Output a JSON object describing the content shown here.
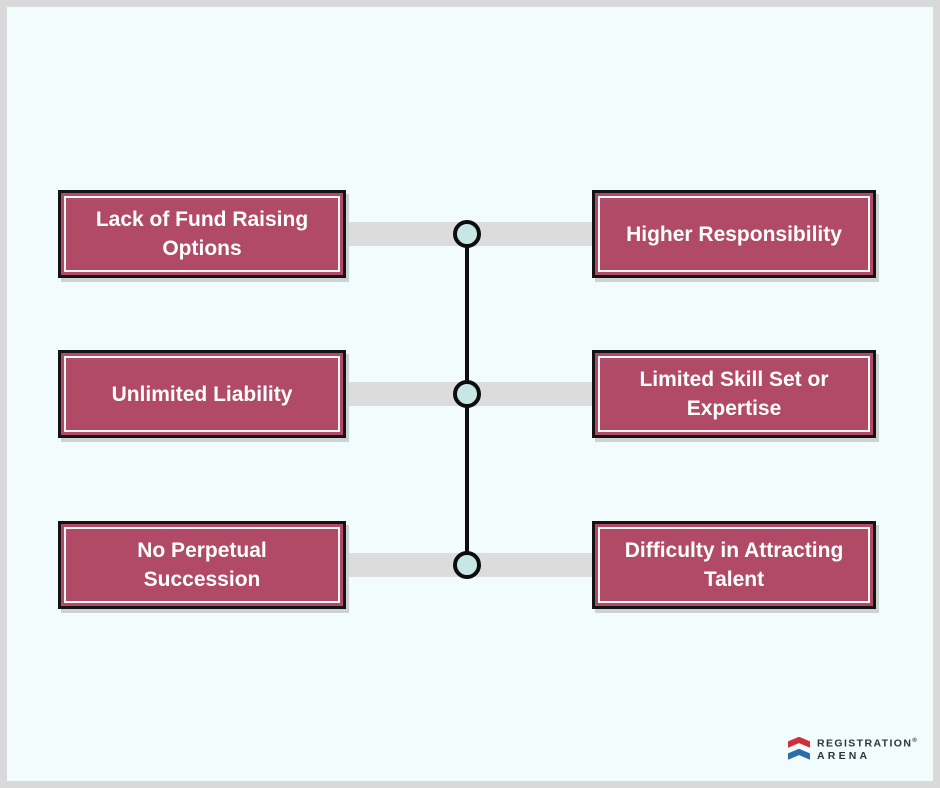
{
  "diagram": {
    "description": "Six-item infographic of disadvantages connected by a central spine with nodes",
    "left_items": [
      {
        "label": "Lack of Fund Raising Options"
      },
      {
        "label": "Unlimited Liability"
      },
      {
        "label": "No Perpetual Succession"
      }
    ],
    "right_items": [
      {
        "label": "Higher Responsibility"
      },
      {
        "label": "Limited Skill Set or Expertise"
      },
      {
        "label": "Difficulty in Attracting Talent"
      }
    ],
    "colors": {
      "background": "#f2fcfc",
      "frame_border": "#d9d9d9",
      "box_fill": "#b04a67",
      "box_outer_border": "#141414",
      "box_inner_border": "#ffffff",
      "box_text": "#ffffff",
      "connector_bar": "#dcdcdc",
      "spine_line": "#0d0d0d",
      "node_fill": "#c7e7e7",
      "node_border": "#0d0d0d",
      "logo_red": "#cf2e3c",
      "logo_blue": "#2b6cab",
      "logo_text": "#2b343c"
    }
  },
  "logo": {
    "line1": "REGISTRATION",
    "registered_mark": "®",
    "line2": "ARENA"
  }
}
